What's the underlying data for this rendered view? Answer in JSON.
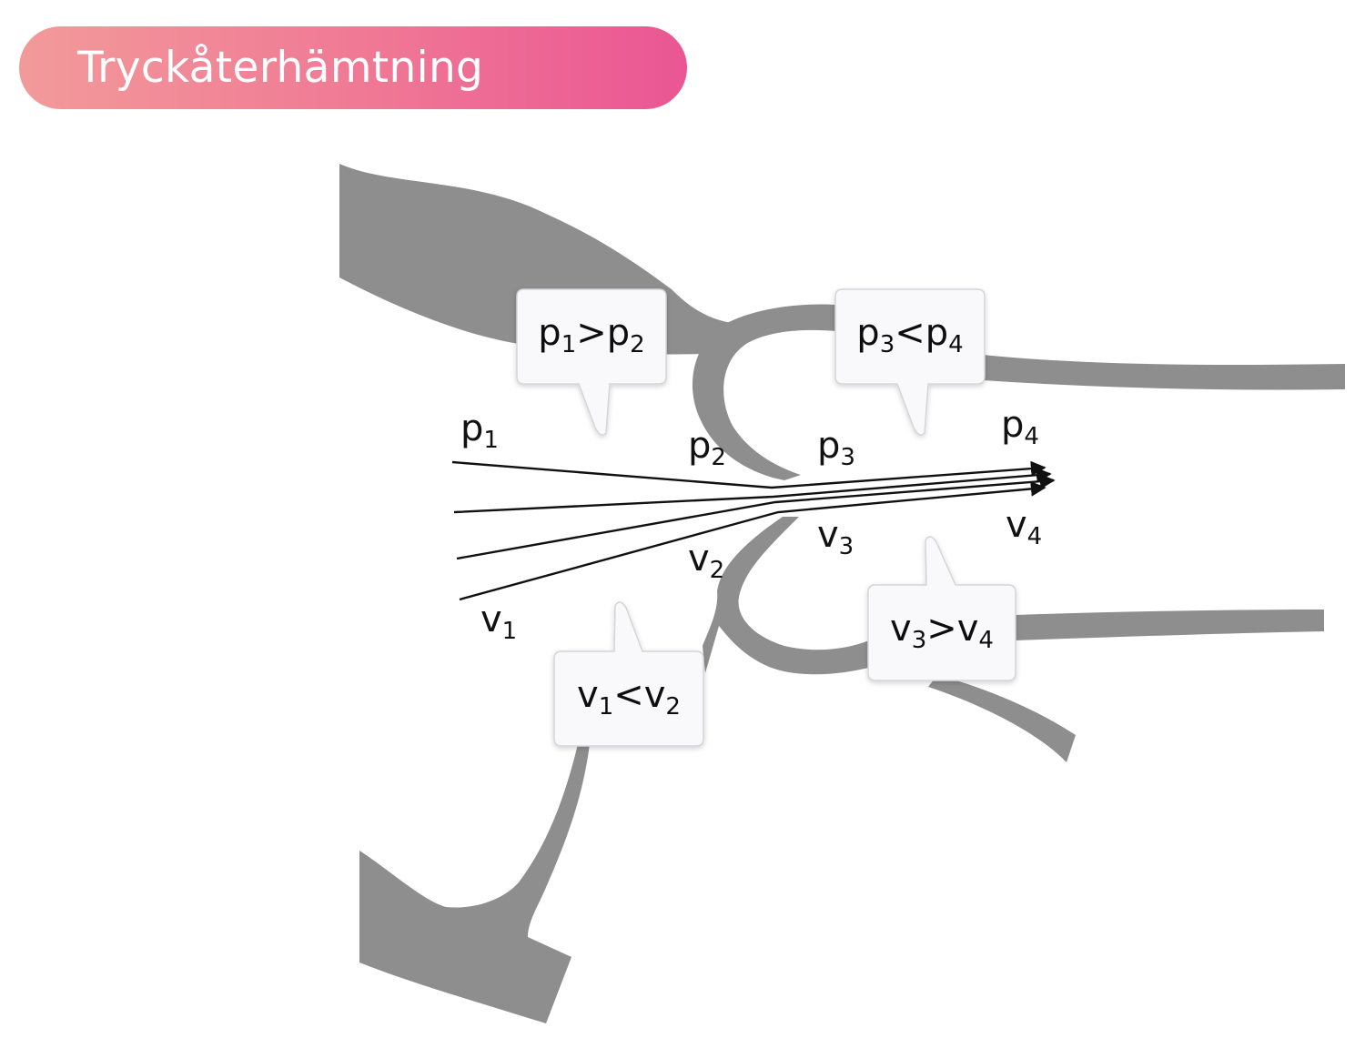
{
  "title": "Tryckåterhämtning",
  "bubbles": {
    "p12": {
      "a": "p",
      "a_sub": "1",
      "op": ">",
      "b": "p",
      "b_sub": "2"
    },
    "p34": {
      "a": "p",
      "a_sub": "3",
      "op": "<",
      "b": "p",
      "b_sub": "4"
    },
    "v12": {
      "a": "v",
      "a_sub": "1",
      "op": "<",
      "b": "v",
      "b_sub": "2"
    },
    "v34": {
      "a": "v",
      "a_sub": "3",
      "op": ">",
      "b": "v",
      "b_sub": "4"
    }
  },
  "labels": {
    "p1": {
      "main": "p",
      "sub": "1"
    },
    "p2": {
      "main": "p",
      "sub": "2"
    },
    "p3": {
      "main": "p",
      "sub": "3"
    },
    "p4": {
      "main": "p",
      "sub": "4"
    },
    "v1": {
      "main": "v",
      "sub": "1"
    },
    "v2": {
      "main": "v",
      "sub": "2"
    },
    "v3": {
      "main": "v",
      "sub": "3"
    },
    "v4": {
      "main": "v",
      "sub": "4"
    }
  },
  "colors": {
    "vessel": "#8e8e8e",
    "bubble_fill": "#f9f9fb",
    "bubble_stroke": "#d5d5d8",
    "lines": "#111111"
  }
}
